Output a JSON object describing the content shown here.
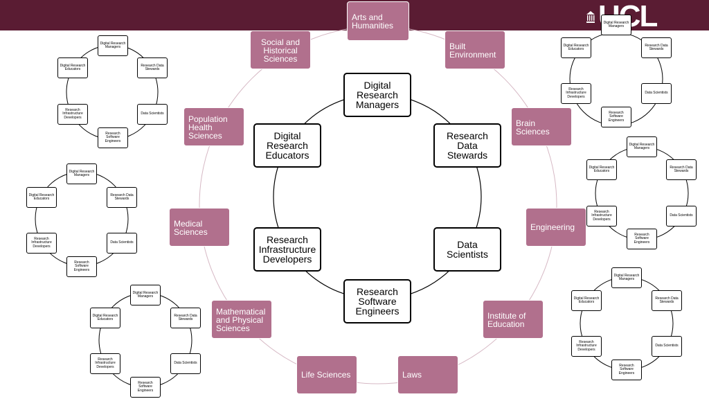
{
  "logo": {
    "text": "UCL"
  },
  "faculties": [
    {
      "id": "arts",
      "label": "Arts and Humanities"
    },
    {
      "id": "social",
      "label": "Social and Historical Sciences"
    },
    {
      "id": "built",
      "label": "Built Environment"
    },
    {
      "id": "brain",
      "label": "Brain Sciences"
    },
    {
      "id": "population",
      "label": "Population Health Sciences"
    },
    {
      "id": "engineering",
      "label": "Engineering"
    },
    {
      "id": "medical",
      "label": "Medical Sciences"
    },
    {
      "id": "education",
      "label": "Institute of Education"
    },
    {
      "id": "maths",
      "label": "Mathematical and Physical Sciences"
    },
    {
      "id": "life",
      "label": "Life Sciences"
    },
    {
      "id": "laws",
      "label": "Laws"
    }
  ],
  "roles": {
    "managers": "Digital Research Managers",
    "stewards": "Research Data Stewards",
    "scientists": "Data Scientists",
    "engineers": "Research Software Engineers",
    "developers": "Research Infrastructure Developers",
    "educators": "Digital Research Educators"
  },
  "colors": {
    "banner": "#5a1c33",
    "faculty_box": "#b1708d",
    "ring": "#d6b8c4"
  }
}
